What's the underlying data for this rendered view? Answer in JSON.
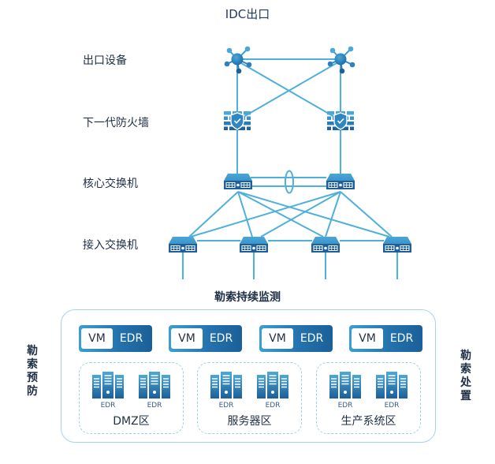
{
  "title": "IDC出口",
  "layers": [
    {
      "label": "出口设备",
      "device": "router-icon"
    },
    {
      "label": "下一代防火墙",
      "device": "firewall-icon"
    },
    {
      "label": "核心交换机",
      "device": "switch-icon"
    },
    {
      "label": "接入交换机",
      "device": "switch-icon"
    }
  ],
  "monitor_title": "勒索持续监测",
  "side_labels": {
    "left": [
      "勒",
      "索",
      "预",
      "防"
    ],
    "right": [
      "勒",
      "索",
      "处",
      "置"
    ]
  },
  "badges": [
    {
      "left": "VM",
      "right": "EDR"
    },
    {
      "left": "VM",
      "right": "EDR"
    },
    {
      "left": "VM",
      "right": "EDR"
    },
    {
      "left": "VM",
      "right": "EDR"
    }
  ],
  "zones": [
    {
      "name": "DMZ区",
      "servers": [
        {
          "caption": "EDR"
        },
        {
          "caption": "EDR"
        }
      ]
    },
    {
      "name": "服务器区",
      "servers": [
        {
          "caption": "EDR"
        },
        {
          "caption": "EDR"
        }
      ]
    },
    {
      "name": "生产系统区",
      "servers": [
        {
          "caption": "EDR"
        },
        {
          "caption": "EDR"
        }
      ]
    }
  ],
  "colors": {
    "link": "#4fb0db",
    "device_light": "#4aa8d8",
    "device_dark": "#1d5f9a",
    "text_dark": "#1f2f45",
    "zone_border": "#9fcfe6"
  }
}
